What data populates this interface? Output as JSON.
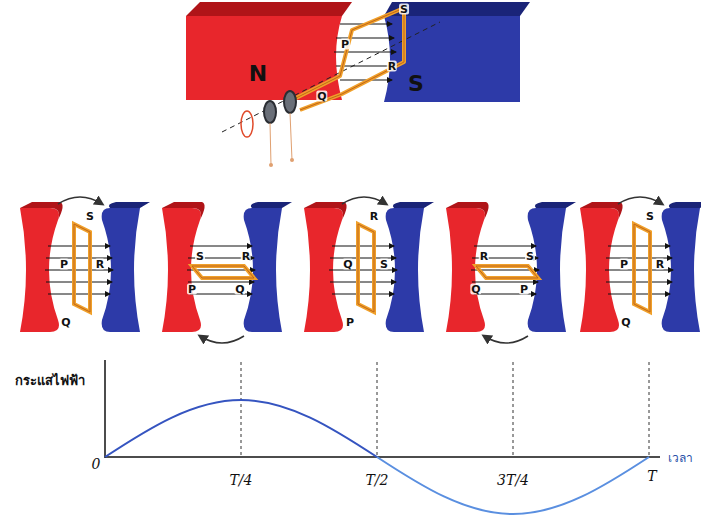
{
  "diagram": {
    "labels": [
      "S",
      "P",
      "N",
      "S",
      "R",
      "Q",
      "S",
      "P",
      "R",
      "Q",
      "S",
      "R",
      "P",
      "Q",
      "R",
      "Q",
      "S",
      "P",
      "R",
      "S",
      "Q",
      "P",
      "S",
      "P",
      "R",
      "Q",
      "กระแสไฟฟ้า",
      "0",
      "T/4",
      "T/2",
      "3T/4",
      "T",
      "เวลา"
    ]
  }
}
